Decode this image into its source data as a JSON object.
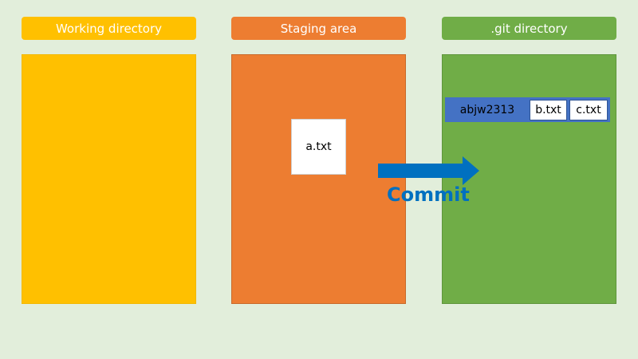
{
  "headers": {
    "working": "Working directory",
    "staging": "Staging area",
    "git": ".git directory"
  },
  "staging_files": [
    "a.txt"
  ],
  "commit": {
    "hash": "abjw2313",
    "files": [
      "b.txt",
      "c.txt"
    ]
  },
  "action_label": "Commit",
  "colors": {
    "working": "#ffc000",
    "staging": "#ed7d31",
    "git": "#70ad47",
    "commit_bar": "#4472c4",
    "arrow": "#0070c0",
    "background": "#e2eedb"
  },
  "icons": {
    "arrow": "right-arrow-icon"
  }
}
